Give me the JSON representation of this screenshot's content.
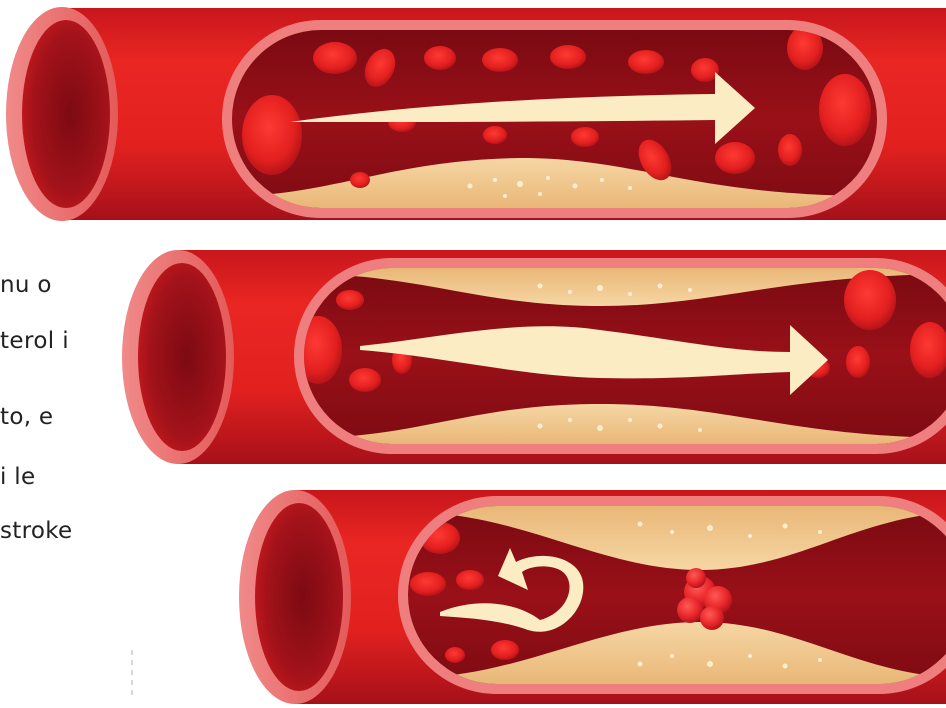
{
  "caption": {
    "lines": [
      "nu o",
      "terol i",
      "to, e",
      "i le",
      "stroke"
    ]
  },
  "illustration": {
    "panels": [
      {
        "state": "healthy artery",
        "flow": "smooth"
      },
      {
        "state": "narrowed artery",
        "flow": "restricted"
      },
      {
        "state": "blocked artery with clot",
        "flow": "reversed"
      }
    ],
    "colors": {
      "vessel": "#e2211f",
      "vessel_shadow": "#b3141a",
      "vessel_rim": "#ef7a79",
      "lumen": "#8c0c14",
      "plaque": "#f2c994",
      "arrow": "#fbecc4",
      "clot": "#e8262a"
    }
  }
}
